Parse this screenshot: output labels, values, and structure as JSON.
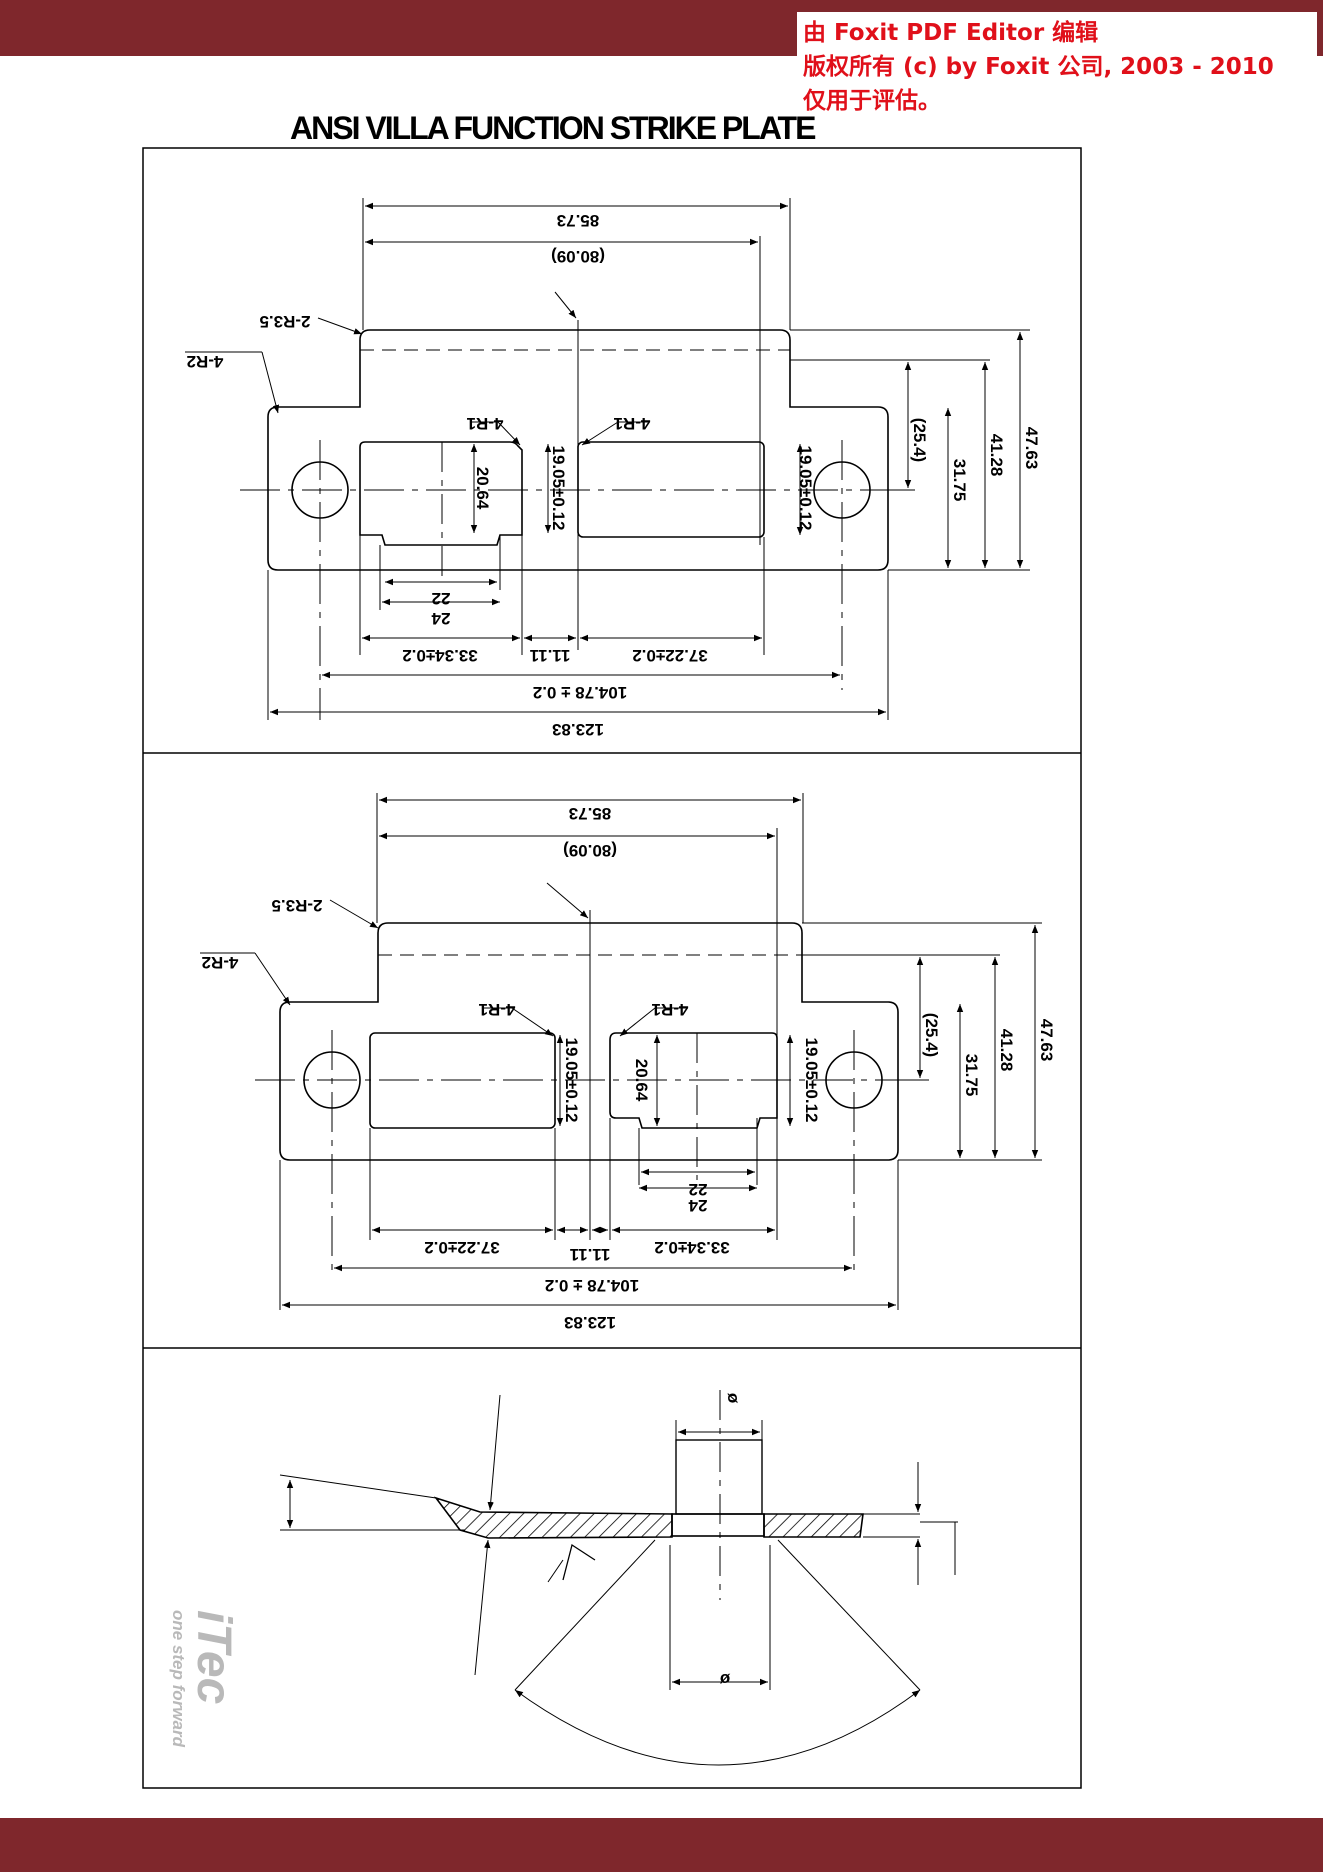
{
  "watermark": {
    "line1": "由 Foxit PDF Editor 编辑",
    "line2": "版权所有 (c) by Foxit 公司, 2003 - 2010",
    "line3": "仅用于评估。"
  },
  "title": "ANSI VILLA FUNCTION STRIKE PLATE",
  "view1": {
    "dims": [
      "85.73",
      "(80.09)",
      "2-R3.5",
      "4-R2",
      "4-R1",
      "4-R1",
      "20.64",
      "19.05±0.12",
      "19.05±0.12",
      "(25.4)",
      "31.75",
      "41.28",
      "47.63",
      "22",
      "24",
      "33.34±0.2",
      "11.11",
      "37.22±0.2",
      "104.78 ± 0.2",
      "123.83"
    ]
  },
  "view2": {
    "dims": [
      "85.73",
      "(80.09)",
      "2-R3.5",
      "4-R2",
      "4-R1",
      "4-R1",
      "19.05±0.12",
      "20.64",
      "19.05±0.12",
      "(25.4)",
      "31.75",
      "41.28",
      "47.63",
      "22",
      "24",
      "37.22±0.2",
      "11.11",
      "33.34±0.2",
      "104.78 ± 0.2",
      "123.83"
    ]
  },
  "section": {
    "dims": [
      "ø",
      "ø"
    ]
  },
  "logo": {
    "brand": "iTec",
    "tagline": "one step forward"
  },
  "colors": {
    "bar": "#7f272c",
    "watermark": "#e0101a"
  }
}
